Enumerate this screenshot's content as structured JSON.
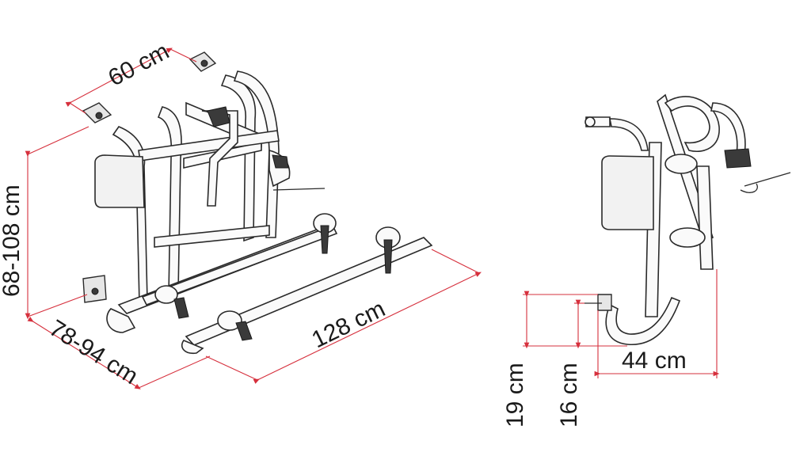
{
  "dimensions": {
    "width_label": "60 cm",
    "height_label": "68-108 cm",
    "depth_label": "78-94 cm",
    "length_label": "128 cm",
    "offset_19_label": "19 cm",
    "offset_16_label": "16 cm",
    "projection_label": "44 cm"
  },
  "colors": {
    "dimension_line": "#d6303d",
    "outline": "#2a2a2a"
  }
}
